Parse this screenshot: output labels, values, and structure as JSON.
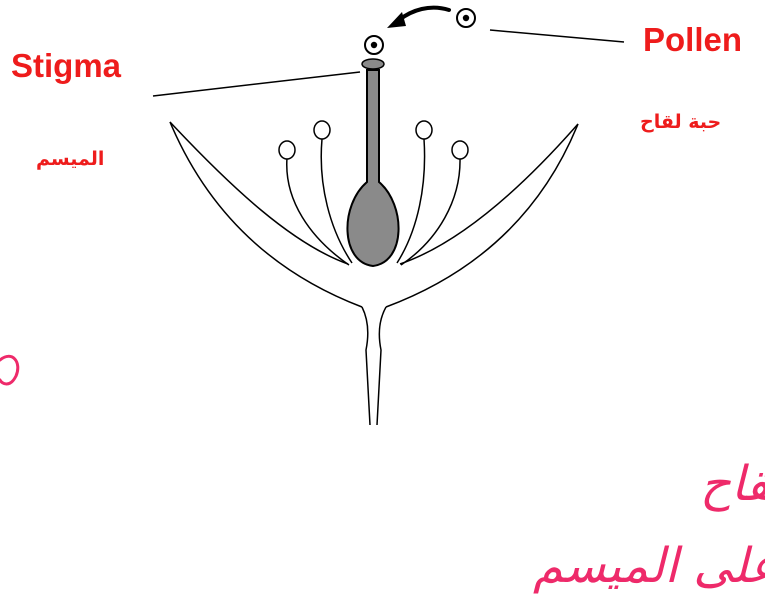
{
  "labels": {
    "stigma_en": "Stigma",
    "stigma_ar": "الميسم",
    "pollen_en": "Pollen",
    "pollen_ar": "حبة لقاح"
  },
  "handwriting": {
    "line1": "عندما تهبط حبة اللقاح",
    "line2": "على الميسم"
  },
  "colors": {
    "label": "#ee1c1c",
    "handwriting": "#ee2a6a",
    "pistil_fill": "#8a8a8a",
    "outline": "#000000"
  }
}
